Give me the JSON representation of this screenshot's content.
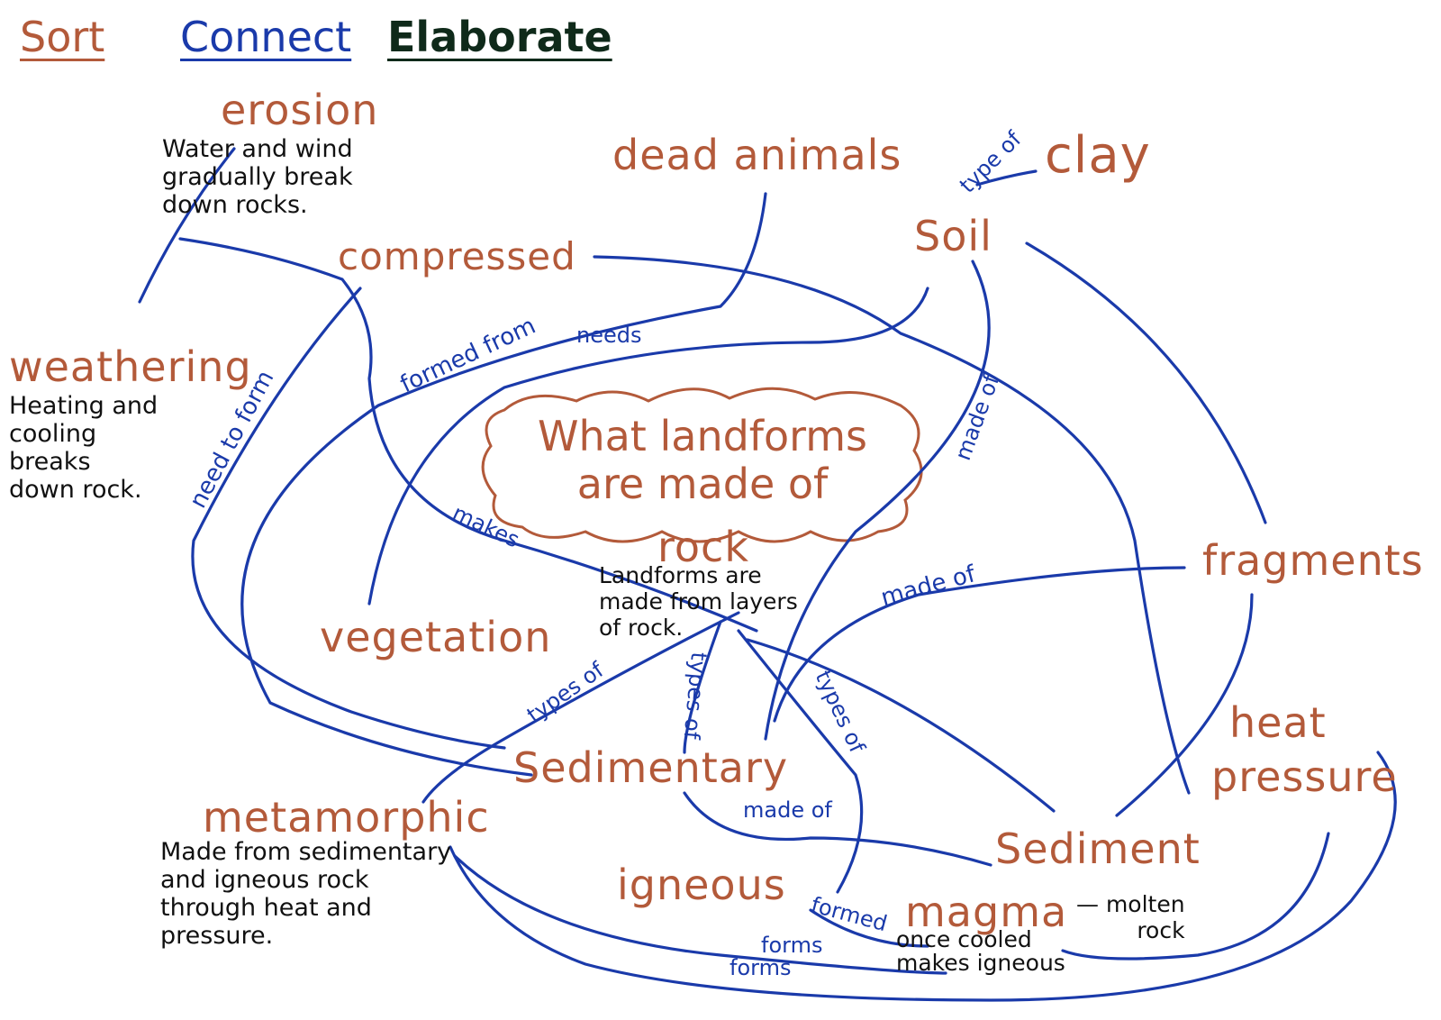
{
  "header": {
    "sort": "Sort",
    "connect": "Connect",
    "elaborate": "Elaborate"
  },
  "central_question": "What landforms\nare made of",
  "concepts": {
    "erosion": "erosion",
    "dead_animals": "dead animals",
    "clay": "clay",
    "soil": "Soil",
    "compressed": "compressed",
    "weathering": "weathering",
    "rock": "rock",
    "vegetation": "vegetation",
    "fragments": "fragments",
    "heat": "heat",
    "pressure": "pressure",
    "sedimentary": "Sedimentary",
    "metamorphic": "metamorphic",
    "igneous": "igneous",
    "sediment": "Sediment",
    "magma": "magma"
  },
  "notes": {
    "erosion": "Water and wind\ngradually break\ndown rocks.",
    "weathering": "Heating and\ncooling\nbreaks\ndown rock.",
    "rock": "Landforms are\nmade from layers\nof rock.",
    "metamorphic": "Made from sedimentary\nand igneous rock\nthrough heat and\npressure.",
    "magma_suffix": "— molten\nrock",
    "magma": "once cooled\nmakes igneous"
  },
  "links": {
    "type_of": "type of",
    "formed_from": "formed from",
    "needs": "needs",
    "need_to_form": "need to form",
    "made_of_soil": "made of",
    "makes": "makes",
    "made_of_rock": "made of",
    "types_of_metamorphic": "types of",
    "types_of_sedimentary": "types of",
    "types_of_igneous": "types of",
    "made_of_sediment": "made of",
    "formed": "formed",
    "forms_1": "forms",
    "forms_2": "forms"
  },
  "colors": {
    "concept": "#b35a3a",
    "link": "#1a3aaa",
    "note": "#111111"
  }
}
